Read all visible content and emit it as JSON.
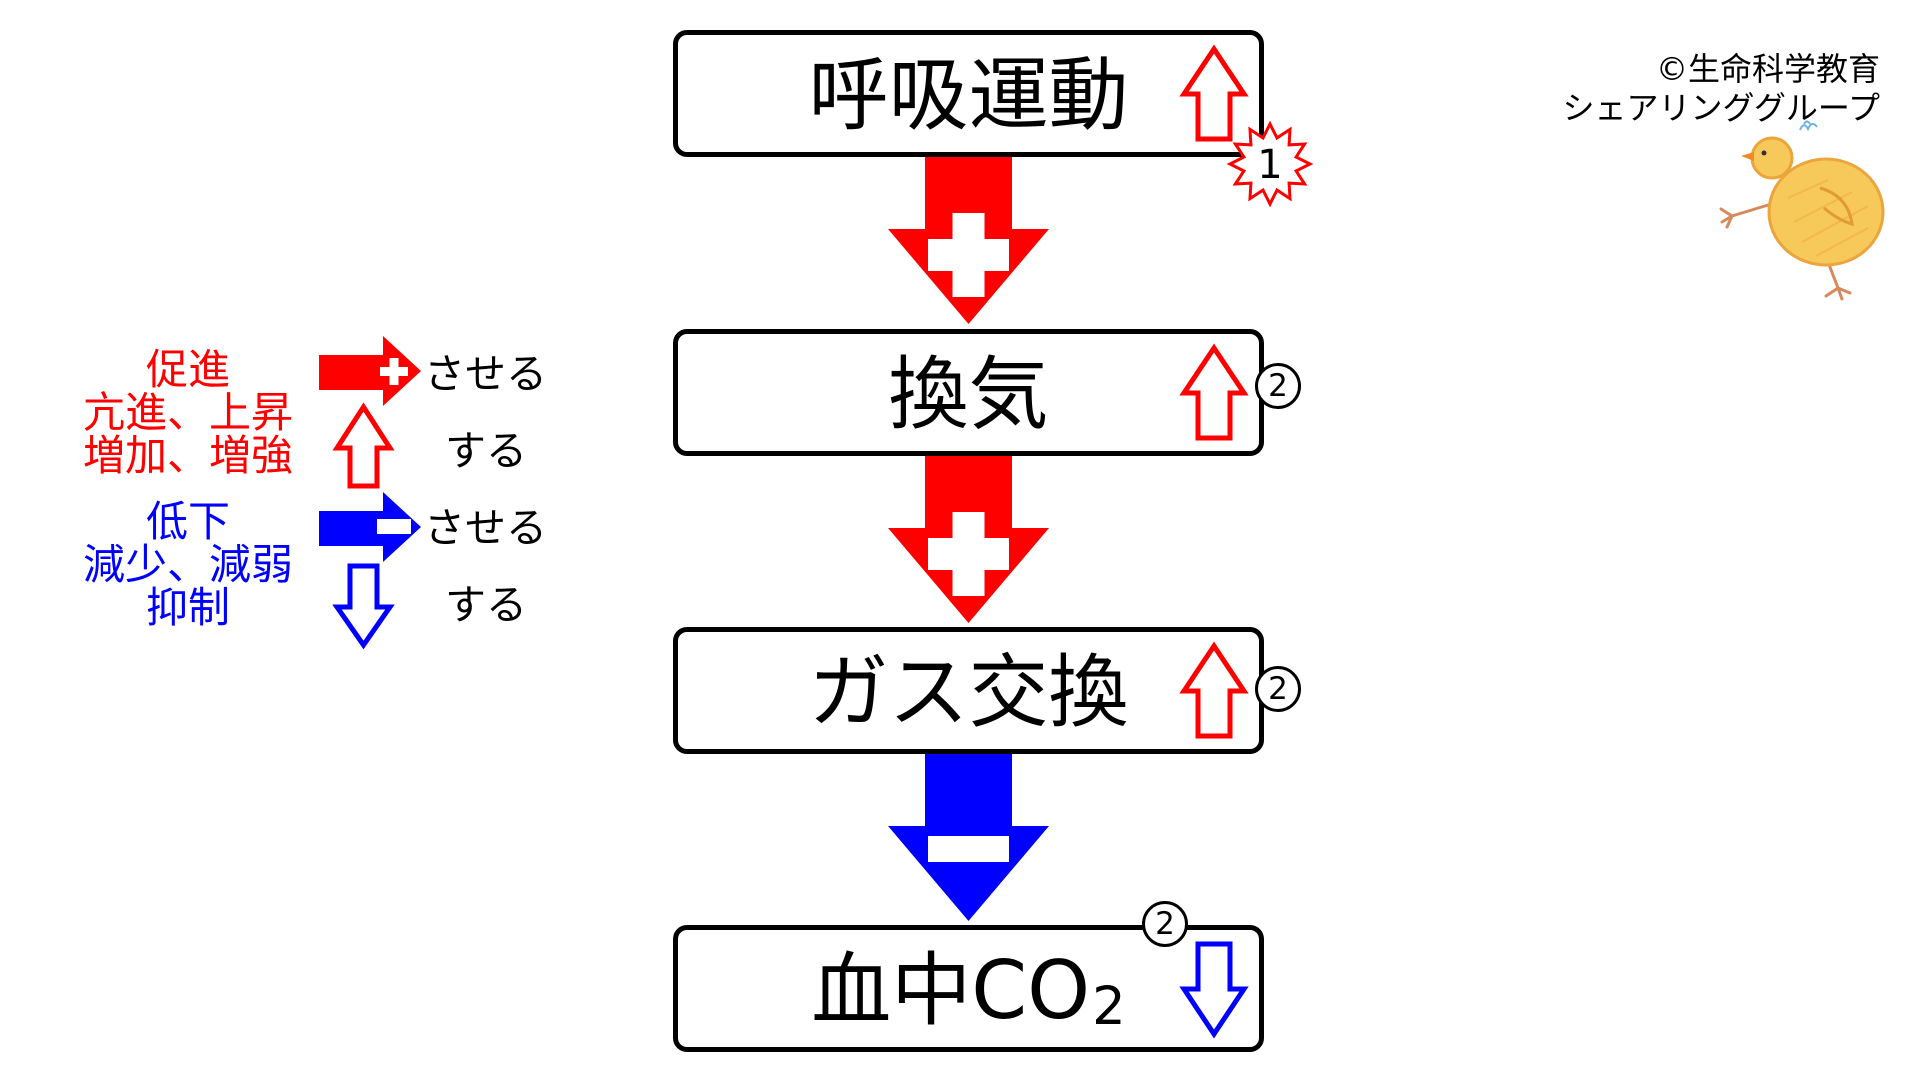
{
  "credit": {
    "line1": "©生命科学教育",
    "line2": "シェアリンググループ",
    "illustration_icon": "chick-icon"
  },
  "legend": {
    "promote": {
      "color": "#ff0000",
      "terms": [
        "促進",
        "亢進、上昇",
        "増加、増強"
      ],
      "make_icon": "plus-right-arrow-icon",
      "make_label": "させる",
      "do_icon": "up-arrow-outline-icon",
      "do_label": "する"
    },
    "suppress": {
      "color": "#0000ff",
      "terms": [
        "低下",
        "減少、減弱",
        "抑制"
      ],
      "make_icon": "minus-right-arrow-icon",
      "make_label": "させる",
      "do_icon": "down-arrow-outline-icon",
      "do_label": "する"
    }
  },
  "flow": {
    "steps": [
      {
        "label": "呼吸運動",
        "trend_icon": "up-arrow-outline-icon",
        "trend_color": "#ff0000",
        "badge": "1",
        "badge_icon": "starburst-icon"
      },
      {
        "label": "換気",
        "trend_icon": "up-arrow-outline-icon",
        "trend_color": "#ff0000",
        "badge": "2",
        "badge_icon": "circle-icon"
      },
      {
        "label": "ガス交換",
        "trend_icon": "up-arrow-outline-icon",
        "trend_color": "#ff0000",
        "badge": "2",
        "badge_icon": "circle-icon"
      },
      {
        "label": "血中CO",
        "subscript": "2",
        "trend_icon": "down-arrow-outline-icon",
        "trend_color": "#0000ff",
        "badge": "2",
        "badge_icon": "circle-icon"
      }
    ],
    "connectors": [
      {
        "color": "#ff0000",
        "sign_icon": "plus-icon"
      },
      {
        "color": "#ff0000",
        "sign_icon": "plus-icon"
      },
      {
        "color": "#0000ff",
        "sign_icon": "minus-icon"
      }
    ]
  }
}
